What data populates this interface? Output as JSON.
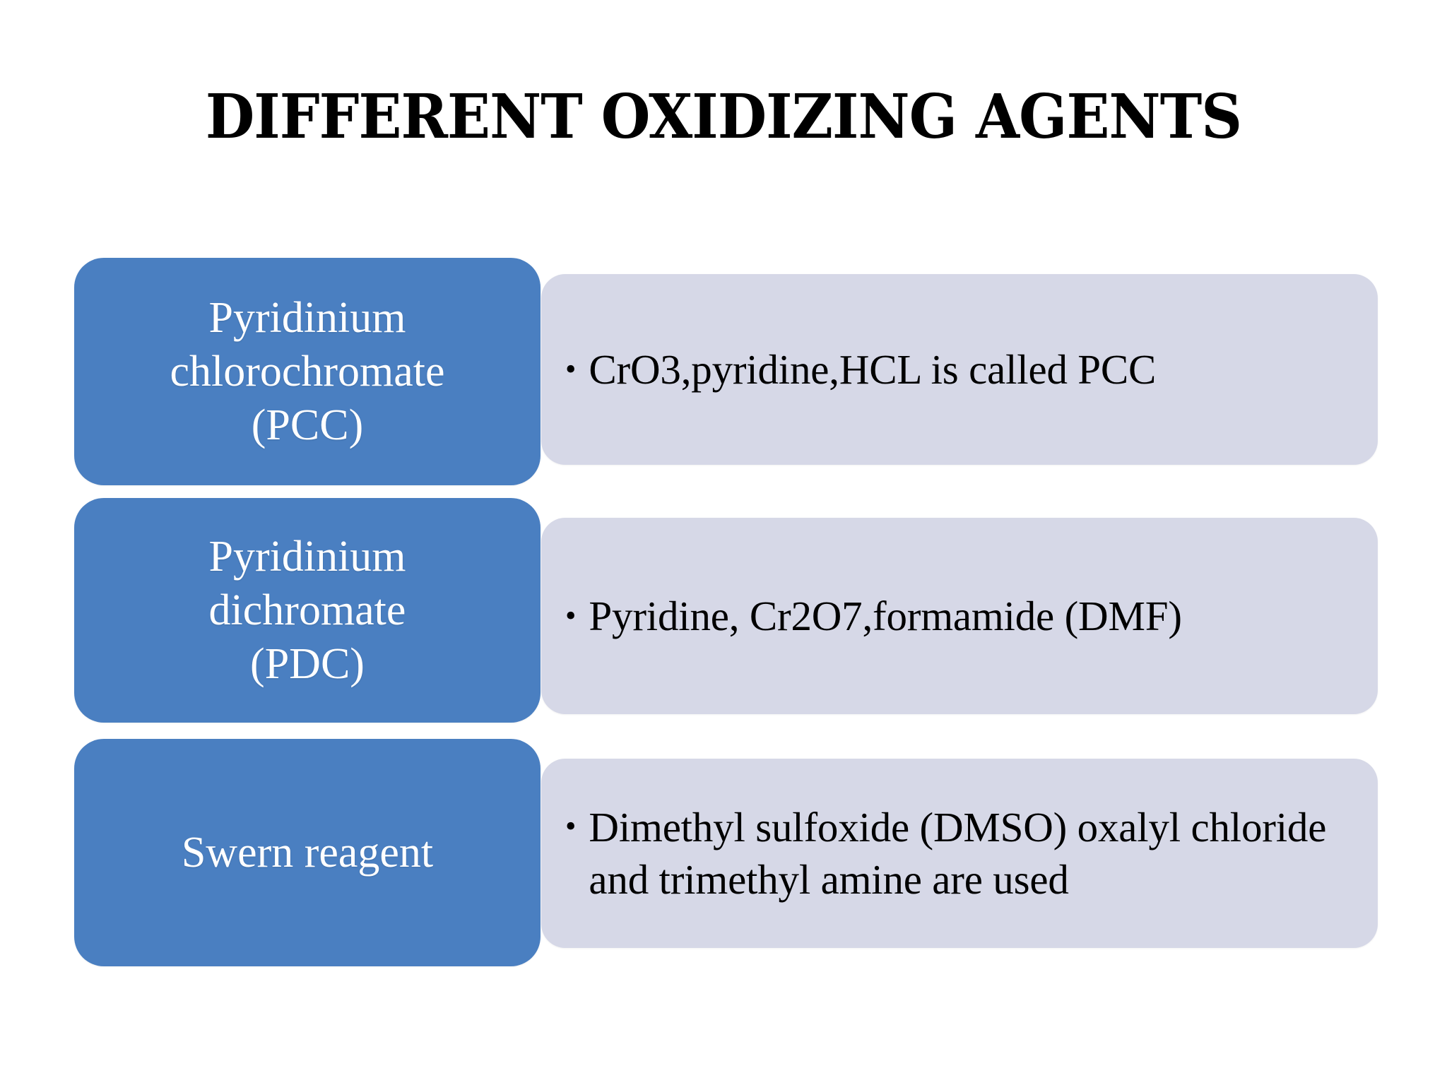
{
  "slide": {
    "title": "DIFFERENT OXIDIZING AGENTS",
    "background_color": "#ffffff",
    "label_card_color": "#4a7fc1",
    "label_text_color": "#ffffff",
    "detail_card_color": "#d6d8e7",
    "detail_text_color": "#000000",
    "bullet_glyph": "•"
  },
  "rows": [
    {
      "label": "Pyridinium\nchlorochromate\n(PCC)",
      "detail": "CrO3,pyridine,HCL is called PCC"
    },
    {
      "label": "Pyridinium\ndichromate\n(PDC)",
      "detail": "Pyridine, Cr2O7,formamide (DMF)"
    },
    {
      "label": "Swern reagent",
      "detail": "Dimethyl sulfoxide (DMSO) oxalyl chloride and trimethyl amine are used"
    }
  ]
}
